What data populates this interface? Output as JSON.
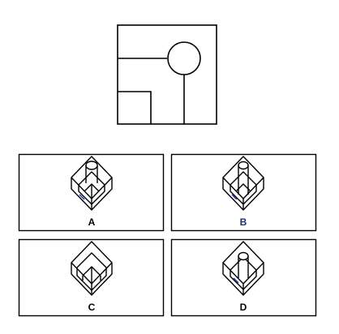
{
  "question": {
    "figure": "top-view-plan"
  },
  "options": [
    {
      "label": "A",
      "label_color": "#000000",
      "cylinder": true,
      "cylinder_position": "back"
    },
    {
      "label": "B",
      "label_color": "#1a2f6e",
      "cylinder": true,
      "cylinder_position": "center"
    },
    {
      "label": "C",
      "label_color": "#000000",
      "cylinder": false
    },
    {
      "label": "D",
      "label_color": "#000000",
      "cylinder": true,
      "cylinder_position": "center"
    }
  ],
  "colors": {
    "stroke": "#000000",
    "accent_edge": "#1a2f9e",
    "background": "#ffffff"
  }
}
